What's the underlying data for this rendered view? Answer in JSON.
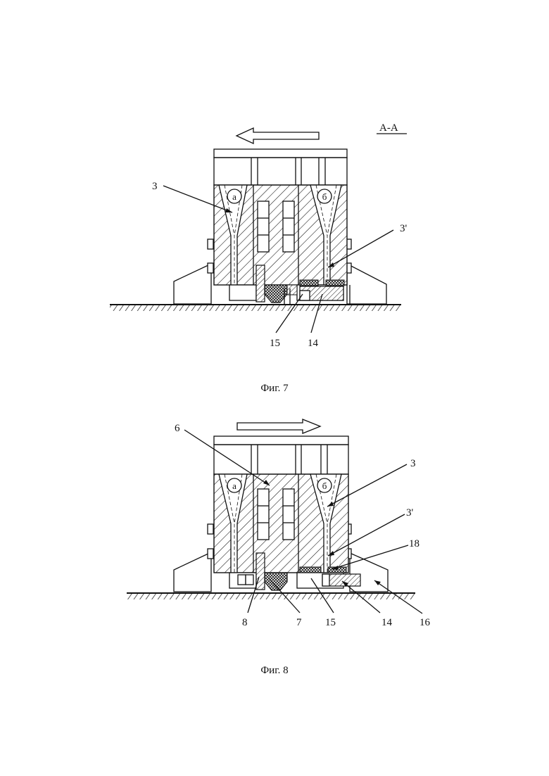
{
  "figure7": {
    "section_label": "А-А",
    "caption": "Фиг. 7",
    "circle_a": "а",
    "circle_b": "б",
    "labels": {
      "l3": "3",
      "l3p": "3'",
      "l15": "15",
      "l14": "14"
    }
  },
  "figure8": {
    "caption": "Фиг. 8",
    "circle_a": "а",
    "circle_b": "б",
    "labels": {
      "l6": "6",
      "l3": "3",
      "l3p": "3'",
      "l18": "18",
      "l8": "8",
      "l7": "7",
      "l15": "15",
      "l14": "14",
      "l16": "16"
    }
  }
}
